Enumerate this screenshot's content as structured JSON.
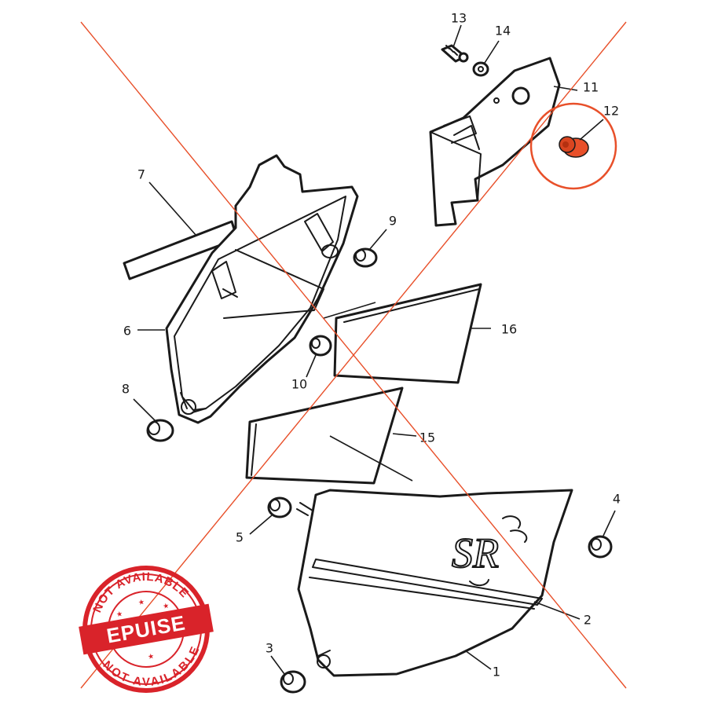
{
  "colors": {
    "accent": "#e8502a",
    "stamp_red": "#d9232a",
    "line": "#1a1a1a"
  },
  "callouts": {
    "c1": "1",
    "c2": "2",
    "c3": "3",
    "c4": "4",
    "c5": "5",
    "c6": "6",
    "c7": "7",
    "c8": "8",
    "c9": "9",
    "c10": "10",
    "c11": "11",
    "c12": "12",
    "c13": "13",
    "c14": "14",
    "c15": "15",
    "c16": "16"
  },
  "stamp": {
    "top_text": "NOT AVAILABLE",
    "bottom_text": "NOT AVAILABLE",
    "banner": "EPUISE"
  },
  "emblem": "SR",
  "highlighted_part": "12",
  "status": "crossed-out"
}
